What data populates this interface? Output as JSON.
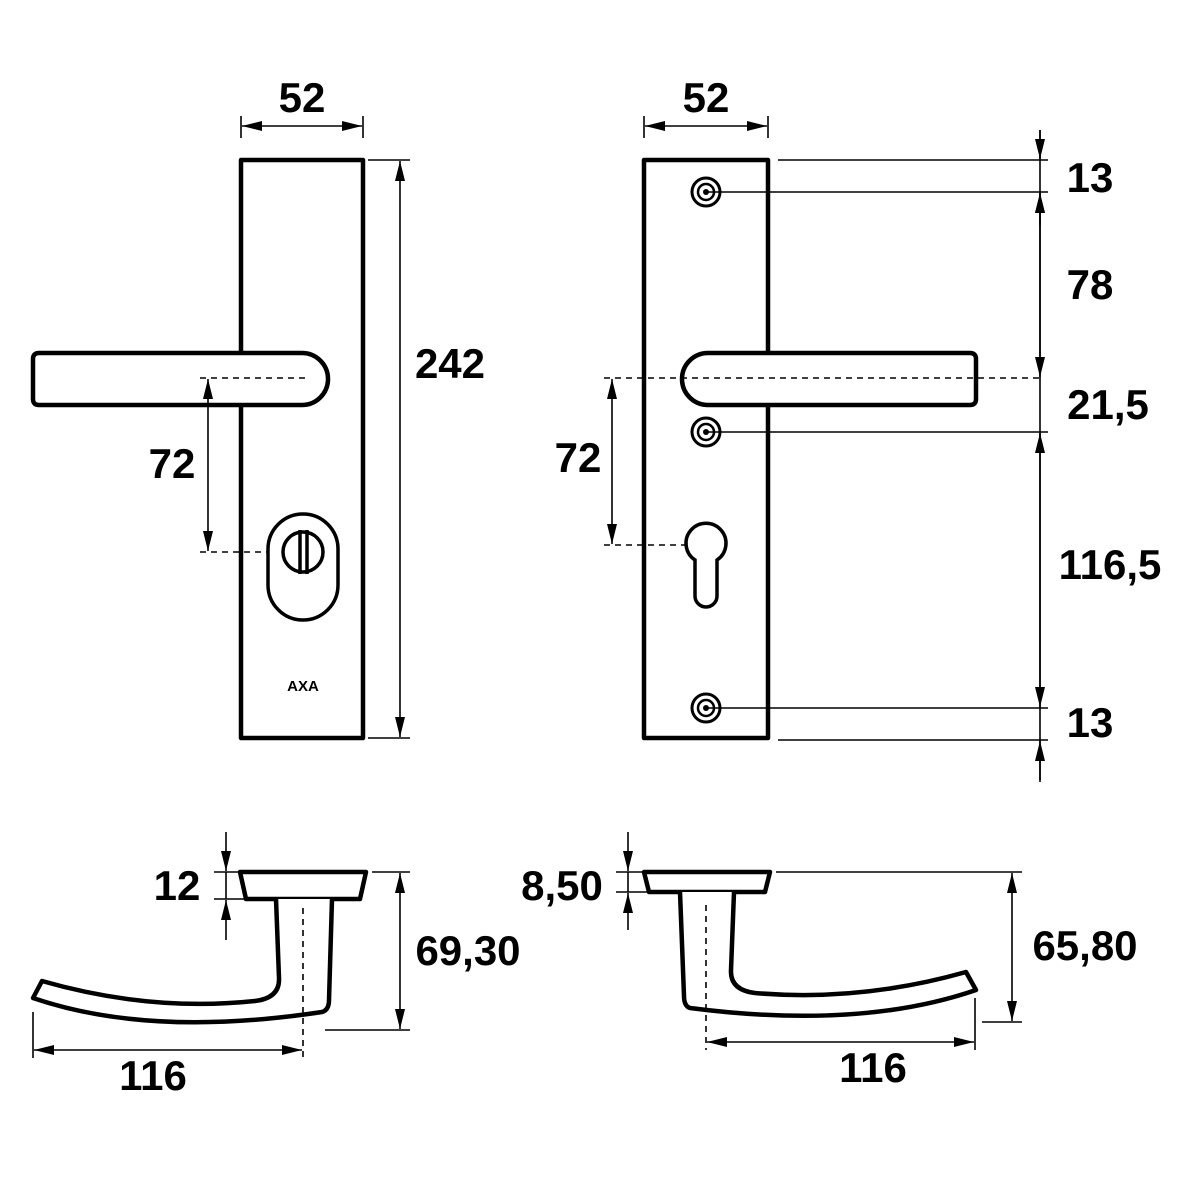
{
  "title": "AXA door handle set technical drawing",
  "colors": {
    "line": "#000000",
    "background": "#ffffff"
  },
  "front_plate_left": {
    "width_label": "52",
    "height_label": "242",
    "handle_to_lock_label": "72",
    "logo_text": "AXA"
  },
  "front_plate_right": {
    "width_label": "52",
    "handle_to_cylinder_label": "72",
    "vertical_dims": [
      "13",
      "78",
      "21,5",
      "116,5",
      "13"
    ]
  },
  "lever_left": {
    "rose_height_label": "12",
    "total_height_label": "69,30",
    "length_label": "116"
  },
  "lever_right": {
    "rose_height_label": "8,50",
    "total_height_label": "65,80",
    "length_label": "116"
  }
}
